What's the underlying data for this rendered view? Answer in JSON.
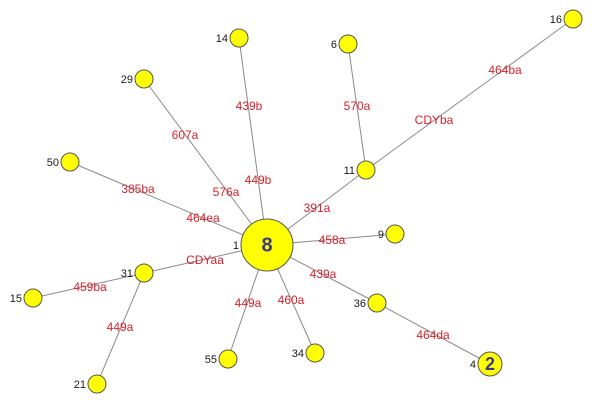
{
  "colors": {
    "node_fill": "#ffff00",
    "node_stroke": "#555555",
    "edge": "#8a8a8a",
    "edge_label": "#d8222a",
    "node_count_text": "#3b3b8c",
    "node_id_text": "#1a1a1a"
  },
  "nodes": [
    {
      "key": "n1",
      "id": "1",
      "count": "8",
      "size": 8
    },
    {
      "key": "n14",
      "id": "14",
      "count": "",
      "size": 1
    },
    {
      "key": "n6",
      "id": "6",
      "count": "",
      "size": 1
    },
    {
      "key": "n16",
      "id": "16",
      "count": "",
      "size": 1
    },
    {
      "key": "n29",
      "id": "29",
      "count": "",
      "size": 1
    },
    {
      "key": "n11",
      "id": "11",
      "count": "",
      "size": 1
    },
    {
      "key": "n50",
      "id": "50",
      "count": "",
      "size": 1
    },
    {
      "key": "n9",
      "id": "9",
      "count": "",
      "size": 1
    },
    {
      "key": "n31",
      "id": "31",
      "count": "",
      "size": 1
    },
    {
      "key": "n15",
      "id": "15",
      "count": "",
      "size": 1
    },
    {
      "key": "n36",
      "id": "36",
      "count": "",
      "size": 1
    },
    {
      "key": "n55",
      "id": "55",
      "count": "",
      "size": 1
    },
    {
      "key": "n34",
      "id": "34",
      "count": "",
      "size": 1
    },
    {
      "key": "n4",
      "id": "4",
      "count": "2",
      "size": 2
    },
    {
      "key": "n21",
      "id": "21",
      "count": "",
      "size": 1
    }
  ],
  "edges": [
    {
      "from": "n1",
      "to": "n14",
      "labels": [
        "449b",
        "439b"
      ]
    },
    {
      "from": "n1",
      "to": "n29",
      "labels": [
        "576a",
        "607a"
      ]
    },
    {
      "from": "n1",
      "to": "n50",
      "labels": [
        "464ea",
        "385ba"
      ]
    },
    {
      "from": "n1",
      "to": "n11",
      "labels": [
        "391a"
      ]
    },
    {
      "from": "n11",
      "to": "n6",
      "labels": [
        "570a"
      ]
    },
    {
      "from": "n11",
      "to": "n16",
      "labels": [
        "CDYba",
        "464ba"
      ]
    },
    {
      "from": "n1",
      "to": "n9",
      "labels": [
        "458a"
      ]
    },
    {
      "from": "n1",
      "to": "n31",
      "labels": [
        "CDYaa"
      ]
    },
    {
      "from": "n31",
      "to": "n15",
      "labels": [
        "459ba"
      ]
    },
    {
      "from": "n31",
      "to": "n21",
      "labels": [
        "449a"
      ]
    },
    {
      "from": "n1",
      "to": "n36",
      "labels": [
        "439a"
      ]
    },
    {
      "from": "n36",
      "to": "n4",
      "labels": [
        "464da"
      ]
    },
    {
      "from": "n1",
      "to": "n55",
      "labels": [
        "449a"
      ]
    },
    {
      "from": "n1",
      "to": "n34",
      "labels": [
        "460a"
      ]
    }
  ]
}
